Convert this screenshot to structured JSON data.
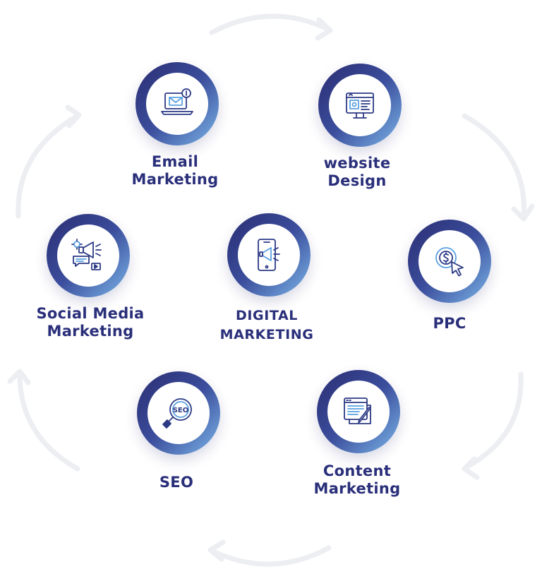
{
  "diagram": {
    "center": {
      "lines": [
        "DIGITAL",
        "MARKETING"
      ],
      "icon": "phone-megaphone-icon"
    },
    "services": [
      {
        "id": "email",
        "lines": [
          "Email",
          "Marketing"
        ],
        "icon": "laptop-mail-icon"
      },
      {
        "id": "web",
        "lines": [
          "website",
          "Design"
        ],
        "icon": "monitor-webpage-icon"
      },
      {
        "id": "social",
        "lines": [
          "Social Media",
          "Marketing"
        ],
        "icon": "megaphone-chat-icon"
      },
      {
        "id": "ppc",
        "lines": [
          "PPC"
        ],
        "icon": "dollar-cursor-icon"
      },
      {
        "id": "seo",
        "lines": [
          "SEO"
        ],
        "icon": "seo-magnifier-icon"
      },
      {
        "id": "content",
        "lines": [
          "Content",
          "Marketing"
        ],
        "icon": "content-pencil-icon"
      }
    ],
    "colors": {
      "label": "#2a2f7a",
      "ring_dark": "#2a2d72",
      "ring_light": "#7bb6e8",
      "icon_stroke": "#2c3a85",
      "icon_accent": "#5aa0e0",
      "arc": "#e9eaee"
    }
  }
}
